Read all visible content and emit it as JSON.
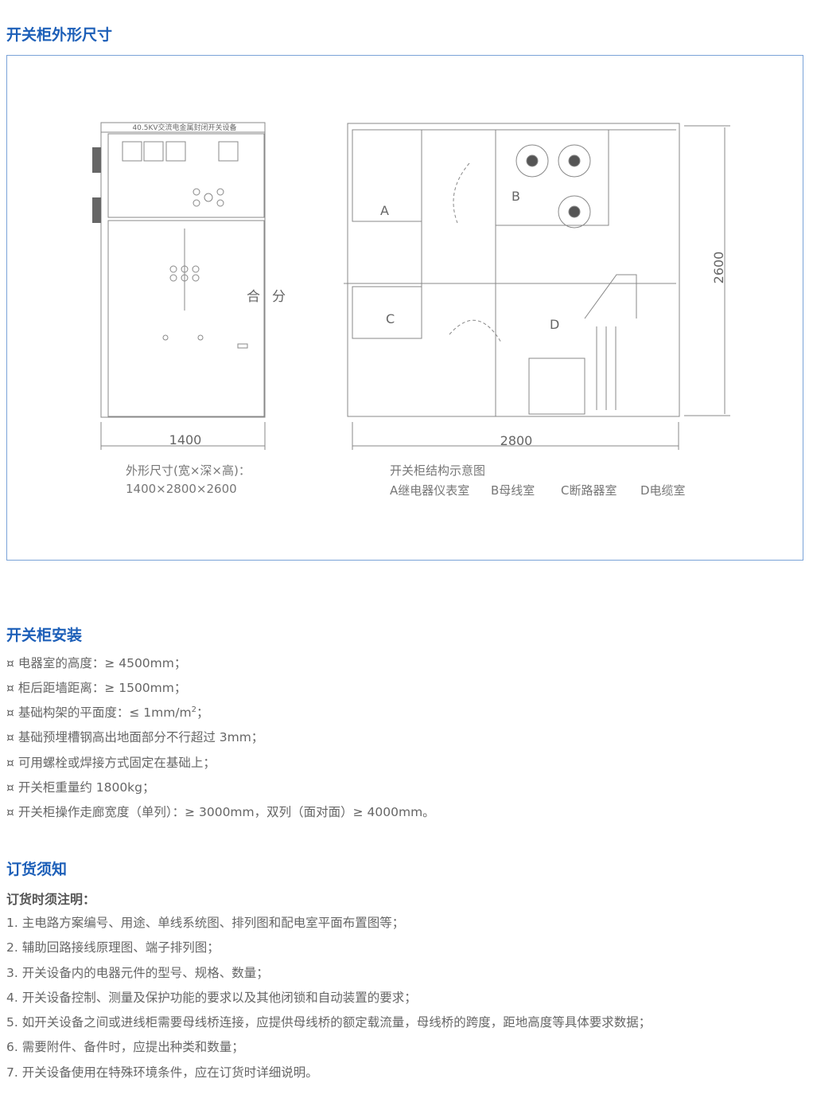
{
  "sections": {
    "dimensions": {
      "title": "开关柜外形尺寸",
      "front_panel_label": "40.5KV交流电金属封闭开关设备",
      "switch_on": "合",
      "switch_off": "分",
      "width_dim": "1400",
      "depth_dim": "2800",
      "height_dim": "2600",
      "room_labels": [
        "A",
        "B",
        "C",
        "D"
      ],
      "size_caption": "外形尺寸(宽×深×高)：",
      "size_value": "1400×2800×2600",
      "structure_caption": "开关柜结构示意图",
      "rooms": [
        "A继电器仪表室",
        "B母线室",
        "C断路器室",
        "D电缆室"
      ]
    },
    "installation": {
      "title": "开关柜安装",
      "bullet": "¤",
      "items": [
        "电器室的高度：≥ 4500mm；",
        "柜后距墙距离：≥ 1500mm；",
        "基础构架的平面度：≤ 1mm/m",
        "基础预埋槽钢高出地面部分不行超过 3mm；",
        "可用螺栓或焊接方式固定在基础上；",
        "开关柜重量约 1800kg；",
        "开关柜操作走廊宽度（单列）：≥ 3000mm，双列（面对面）≥ 4000mm。"
      ],
      "superscript": "2",
      "suffix": "；"
    },
    "ordering": {
      "title": "订货须知",
      "subtitle": "订货时须注明：",
      "items": [
        "1. 主电路方案编号、用途、单线系统图、排列图和配电室平面布置图等；",
        "2. 辅助回路接线原理图、端子排列图；",
        "3. 开关设备内的电器元件的型号、规格、数量；",
        "4. 开关设备控制、测量及保护功能的要求以及其他闭锁和自动装置的要求；",
        "5. 如开关设备之间或进线柜需要母线桥连接，应提供母线桥的额定载流量，母线桥的跨度，距地高度等具体要求数据；",
        "6. 需要附件、备件时，应提出种类和数量；",
        "7. 开关设备使用在特殊环境条件，应在订货时详细说明。"
      ]
    }
  }
}
